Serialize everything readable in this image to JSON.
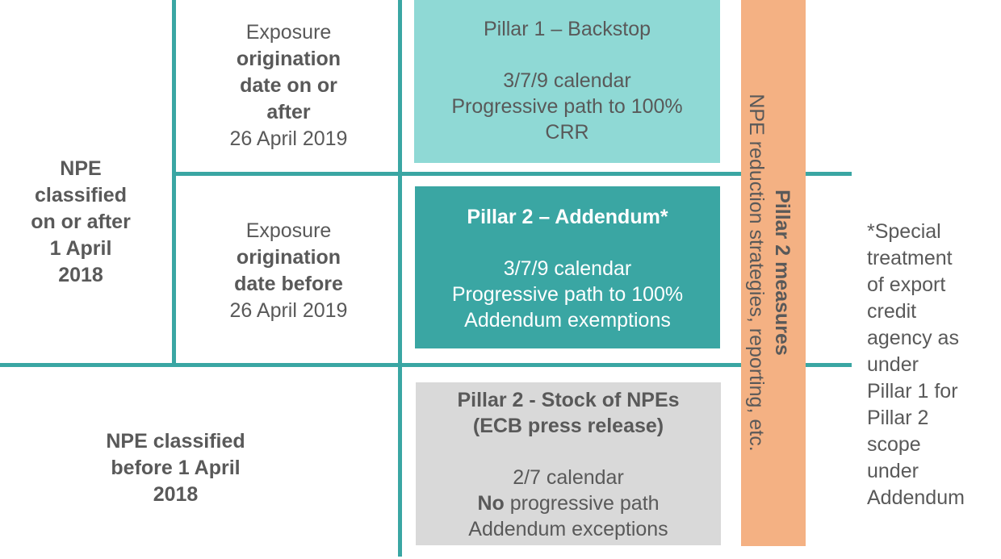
{
  "colors": {
    "line": "#3aa6a3",
    "backstop_fill": "#8fd9d5",
    "addendum_fill": "#3aa6a3",
    "stock_fill": "#d9d9d9",
    "measures_fill": "#f4b183",
    "text": "#595959"
  },
  "left": {
    "npe_after": [
      "NPE",
      "classified",
      "on or after",
      "1 April",
      "2018"
    ],
    "npe_before": [
      "NPE classified",
      "before 1 April",
      "2018"
    ]
  },
  "middle": {
    "after": {
      "line1": "Exposure",
      "bold1": "origination",
      "bold2": "date on or",
      "bold3": "after",
      "date": "26 April 2019"
    },
    "before": {
      "line1": "Exposure",
      "bold1": "origination",
      "bold2": "date before",
      "date": "26 April 2019"
    }
  },
  "boxes": {
    "backstop": {
      "title": "Pillar 1 – Backstop",
      "line1": "3/7/9 calendar",
      "line2": "Progressive path to 100%",
      "line3": "CRR"
    },
    "addendum": {
      "title": "Pillar 2 – Addendum*",
      "line1": "3/7/9 calendar",
      "line2": "Progressive path to 100%",
      "line3": "Addendum exemptions"
    },
    "stock": {
      "title1": "Pillar 2 - Stock of NPEs",
      "title2": "(ECB press release)",
      "line1": "2/7 calendar",
      "no_bold": "No",
      "line2_rest": " progressive path",
      "line3": "Addendum exceptions"
    }
  },
  "measures": {
    "title": "Pillar 2 measures",
    "subtitle": "NPE reduction strategies, reporting, etc."
  },
  "note": [
    "*Special",
    "treatment",
    "of export",
    "credit",
    "agency as",
    "under",
    "Pillar 1 for",
    "Pillar 2",
    "scope",
    "under",
    "Addendum"
  ]
}
